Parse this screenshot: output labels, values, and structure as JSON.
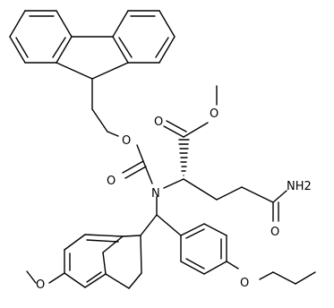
{
  "diagram": {
    "atom_labels": {
      "o_ester_carbonyl": "O",
      "o_ester_methoxy": "O",
      "o_fmoc_ether": "O",
      "o_fmoc_carbonyl": "O",
      "n_amine": "N",
      "nh2": "NH2",
      "o_amide": "O",
      "o_methoxy_left": "O",
      "o_methoxy_right": "O"
    }
  }
}
